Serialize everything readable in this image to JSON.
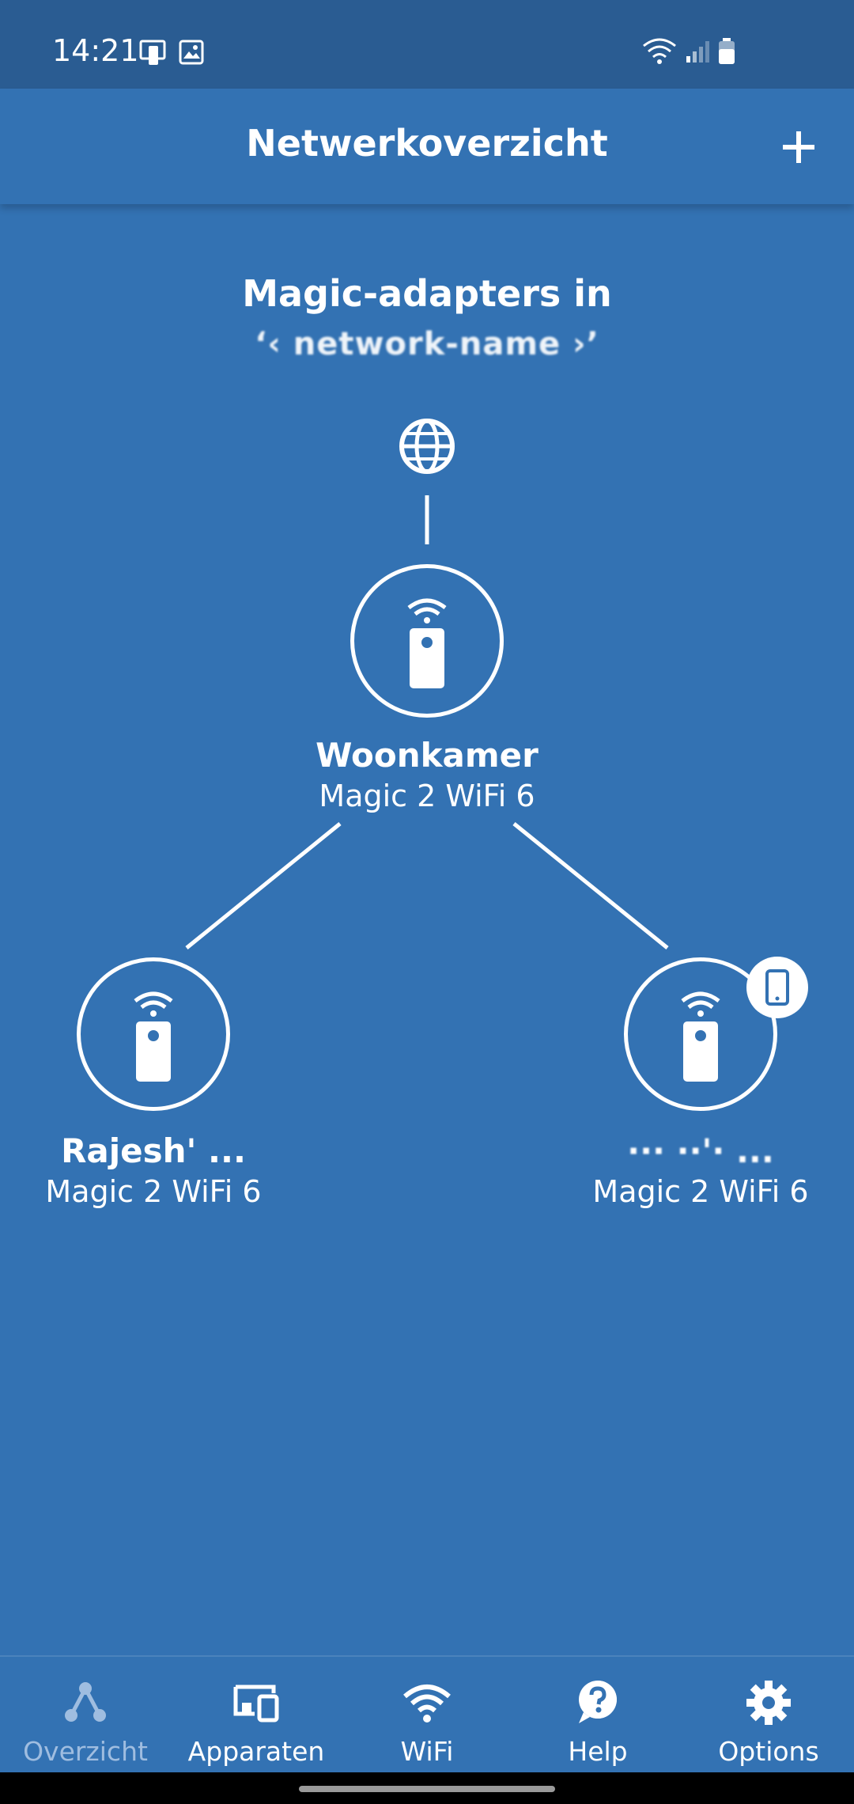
{
  "status_bar": {
    "time": "14:21",
    "icons": [
      "screen-share-icon",
      "image-icon",
      "wifi-icon",
      "signal-icon",
      "battery-icon"
    ]
  },
  "header": {
    "title": "Netwerkoverzicht",
    "add_icon": "plus-icon"
  },
  "overview": {
    "title": "Magic-adapters in",
    "network_name": "‘‹ network-name ›’"
  },
  "nodes": [
    {
      "name": "Woonkamer",
      "model": "Magic 2 WiFi 6",
      "role": "root"
    },
    {
      "name": "Rajesh' ...",
      "model": "Magic 2 WiFi 6",
      "role": "child"
    },
    {
      "name": "··· ··'· ...",
      "model": "Magic 2 WiFi 6",
      "role": "child",
      "badge": "mobile-phone-icon"
    }
  ],
  "bottom_nav": {
    "items": [
      {
        "label": "Overzicht",
        "icon": "network-overview-icon",
        "active": true
      },
      {
        "label": "Apparaten",
        "icon": "devices-icon",
        "active": false
      },
      {
        "label": "WiFi",
        "icon": "wifi-icon",
        "active": false
      },
      {
        "label": "Help",
        "icon": "help-icon",
        "active": false
      },
      {
        "label": "Options",
        "icon": "gear-icon",
        "active": false
      }
    ]
  },
  "colors": {
    "background": "#3372b3",
    "status_bar": "#2a5c92",
    "foreground": "#ffffff",
    "active_nav": "#9fbde0"
  }
}
